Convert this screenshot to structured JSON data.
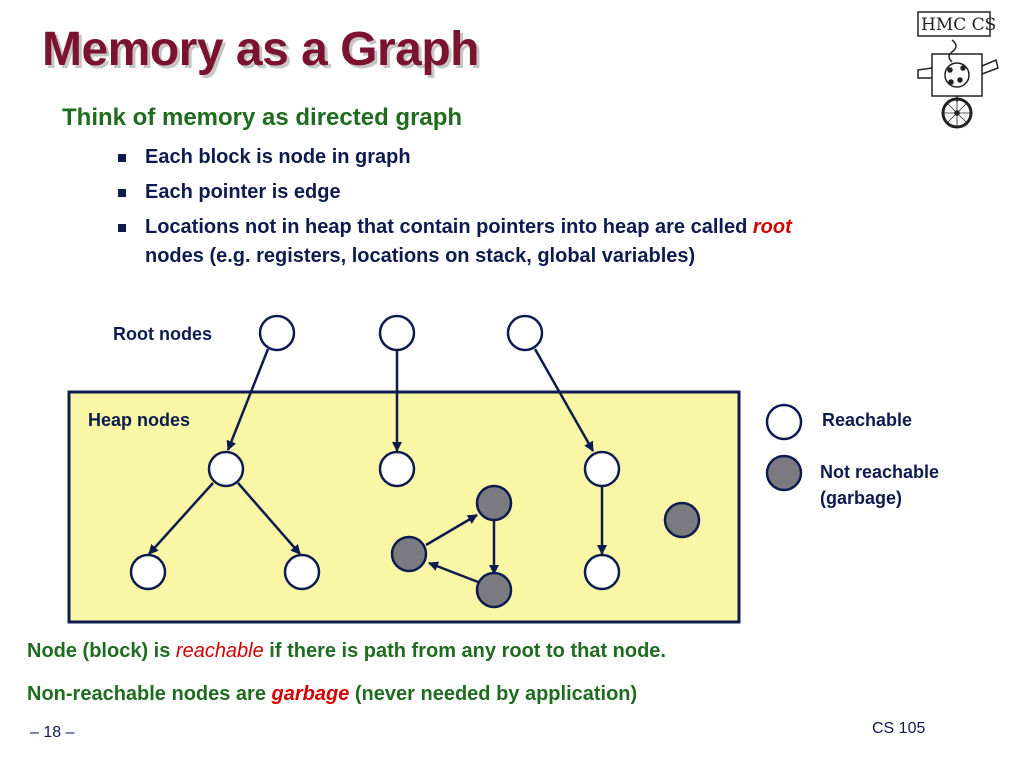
{
  "title": "Memory as a Graph",
  "subhead": "Think of memory as directed graph",
  "bullets": [
    {
      "text": "Each block is node in graph"
    },
    {
      "text": "Each pointer is edge"
    },
    {
      "line1_pre": "Locations not in heap that contain pointers into heap are called ",
      "line1_em": "root",
      "line2": "nodes  (e.g. registers, locations on stack, global variables)"
    }
  ],
  "diagram": {
    "root_label": "Root nodes",
    "heap_label": "Heap nodes",
    "legend_reachable": "Reachable",
    "legend_not_reachable_1": "Not reachable",
    "legend_not_reachable_2": "(garbage)",
    "colors": {
      "heap_fill": "#f9f7a6",
      "border": "#0d1b4f",
      "garbage": "#7a7a80",
      "arrow": "#0d1b4f"
    }
  },
  "bottom": {
    "line1_pre": "Node (block) is ",
    "line1_em": "reachable",
    "line1_post": "  if there is path from any root to that node.",
    "line2_pre": "Non-reachable nodes are ",
    "line2_em": "garbage",
    "line2_post": " (never needed by application)"
  },
  "footer": {
    "page": "– 18 –",
    "course": "CS 105"
  },
  "logo": {
    "text": "HMC CS"
  }
}
